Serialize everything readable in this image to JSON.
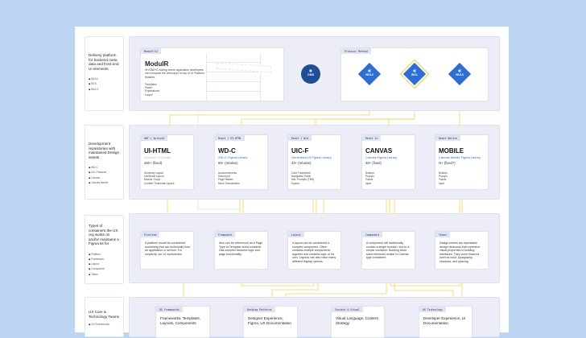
{
  "rows": [
    {
      "title": "Delivery platform for backend meta data and front-end UI elements",
      "items": [
        "WUL2",
        "WOL",
        "WUL3"
      ]
    },
    {
      "title": "Development repositories with maintained Design assets",
      "items": [
        "WD-C",
        "UIC Features",
        "Canvas",
        "Canvas Mobile"
      ]
    },
    {
      "title": "Types of containers the UX org works on and/or maintains a Figma kit for",
      "items": [
        "Platform",
        "Framework",
        "Layout",
        "Component",
        "Token"
      ]
    },
    {
      "title": "UX Core & Technology Teams",
      "items": [
        "UX Frameworks"
      ]
    }
  ],
  "modulr": {
    "tag": "ModulR UI",
    "title": "ModulR",
    "desc": "WYSIWYG tooling where application developers can compose the view layer on top of UI Platform features.",
    "features": [
      "Templates",
      "Flows*",
      "Expressions*",
      "Loops*"
    ]
  },
  "oms": {
    "icon": "layers-icon",
    "label": "OMS"
  },
  "protocol": {
    "tag": "Protocol Method",
    "nodes": [
      {
        "label": "WUL2"
      },
      {
        "label": "WOL"
      },
      {
        "label": "WUL3"
      }
    ]
  },
  "repos": [
    {
      "tag": "GWT / XpressO",
      "title": "UI-HTML",
      "sub": "XpressO XChange",
      "count": "450+ (fixed)",
      "items": [
        "Summary Layout",
        "List/Detail Layout",
        "Module Group",
        "Content Thumbnail Layout"
      ]
    },
    {
      "tag": "React / UI-HTML",
      "title": "WD-C",
      "sub": "WD-C Figma Library",
      "count": "68+ (relative)",
      "items": [
        "Announcements",
        "Data Input",
        "Page Header",
        "Micro Transactions"
      ]
    },
    {
      "tag": "React / N/A",
      "title": "UIC-F",
      "sub": "Generated UI Figma Library",
      "count": "43+ (relative)",
      "items": [
        "Card Framework",
        "Navigation Panel",
        "NAL Prompts (TBD)",
        "Hyams"
      ]
    },
    {
      "tag": "React Js",
      "title": "CANVAS",
      "sub": "Canvas Figma Library",
      "count": "38+ (fixed)",
      "items": [
        "Buttons",
        "Popups",
        "Toasts",
        "Input"
      ]
    },
    {
      "tag": "React Native",
      "title": "MOBILE",
      "sub": "Canvas Mobile Figma Library",
      "count": "N+ (fixed?)",
      "items": [
        "Buttons",
        "Popups",
        "Toasts",
        "Input"
      ]
    }
  ],
  "containers": [
    {
      "tag": "Platform",
      "desc": "A platform would be considered something that can technically host an application or service. For simplicity, our UI repositories."
    },
    {
      "tag": "Framework",
      "desc": "Also can be referenced as a Page Type or Template sized container. Has complex backend logic and page functionality."
    },
    {
      "tag": "Layout",
      "desc": "A layout can be considered a complex component. Often contains multiple components together and contains logic of it's own. Layouts can also have many different display options."
    },
    {
      "tag": "Component",
      "desc": "A component will traditionally contain a single function, tied to a simple container. Building block sized elements similar to Canvas type containers"
    },
    {
      "tag": "Token",
      "desc": "Design tokens are repeatable design decisions that represent visual properties in building interfaces. They cover features such as color, typography, shadows, and spacing."
    }
  ],
  "teams": [
    {
      "tag": "UX Frameworks",
      "desc": "Frameworks, Templates, Layouts, Components"
    },
    {
      "tag": "Desktop Patterns",
      "desc": "Designer Experience, Figma, UX Documentation"
    },
    {
      "tag": "Content & Visual",
      "desc": "Visual Language, Content Strategy"
    },
    {
      "tag": "UX Technology",
      "desc": "Developer Experience, UI Documentation"
    }
  ],
  "colors": {
    "background": "#bcd5f0",
    "panel": "#ecedf7",
    "accent": "#2f6fd4",
    "oms": "#1f4e96",
    "connector": "#f5c842"
  }
}
